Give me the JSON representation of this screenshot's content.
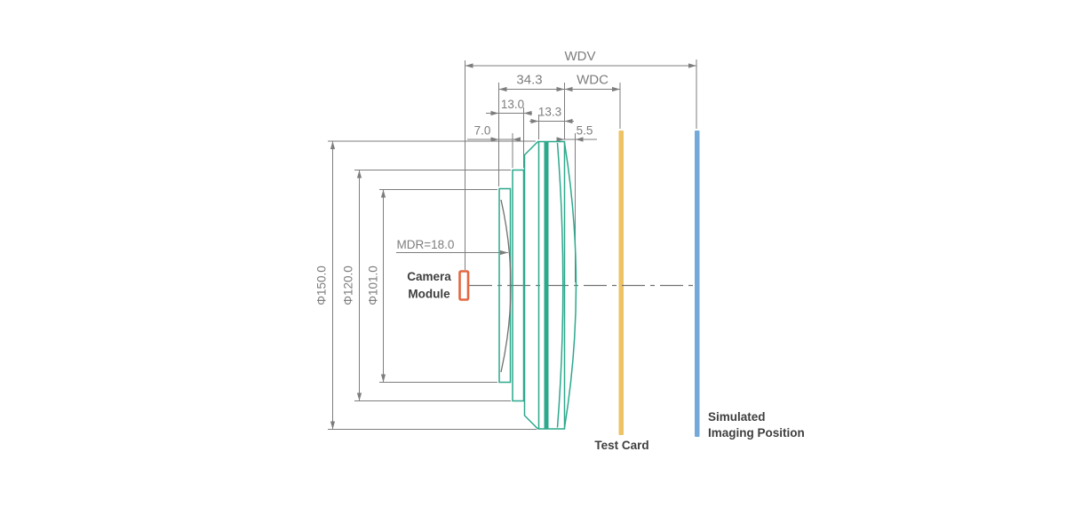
{
  "title": "Lens working-distance technical drawing",
  "colors": {
    "c-teal": "#2ca88c",
    "c-dim": "#7d7d7d",
    "c-surface": "#6f6f6f",
    "c-text": "#3e3e3e",
    "c-card": "#eec366",
    "c-imgpos": "#74aad9",
    "c-module": "#e36840"
  },
  "dims": {
    "wdv": "WDV",
    "wdc": "WDC",
    "total_length": "34.3",
    "rear_group_length": "13.0",
    "front_group_length": "13.3",
    "rear_element_thickness": "7.0",
    "front_vertex_offset": "5.5",
    "mdr": "MDR=18.0",
    "outer_diameter": "Φ150.0",
    "mid_diameter": "Φ120.0",
    "inner_diameter": "Φ101.0"
  },
  "labels": {
    "camera_module_line1": "Camera",
    "camera_module_line2": "Module",
    "test_card": "Test Card",
    "imaging_position_line1": "Simulated",
    "imaging_position_line2": "Imaging Position"
  }
}
